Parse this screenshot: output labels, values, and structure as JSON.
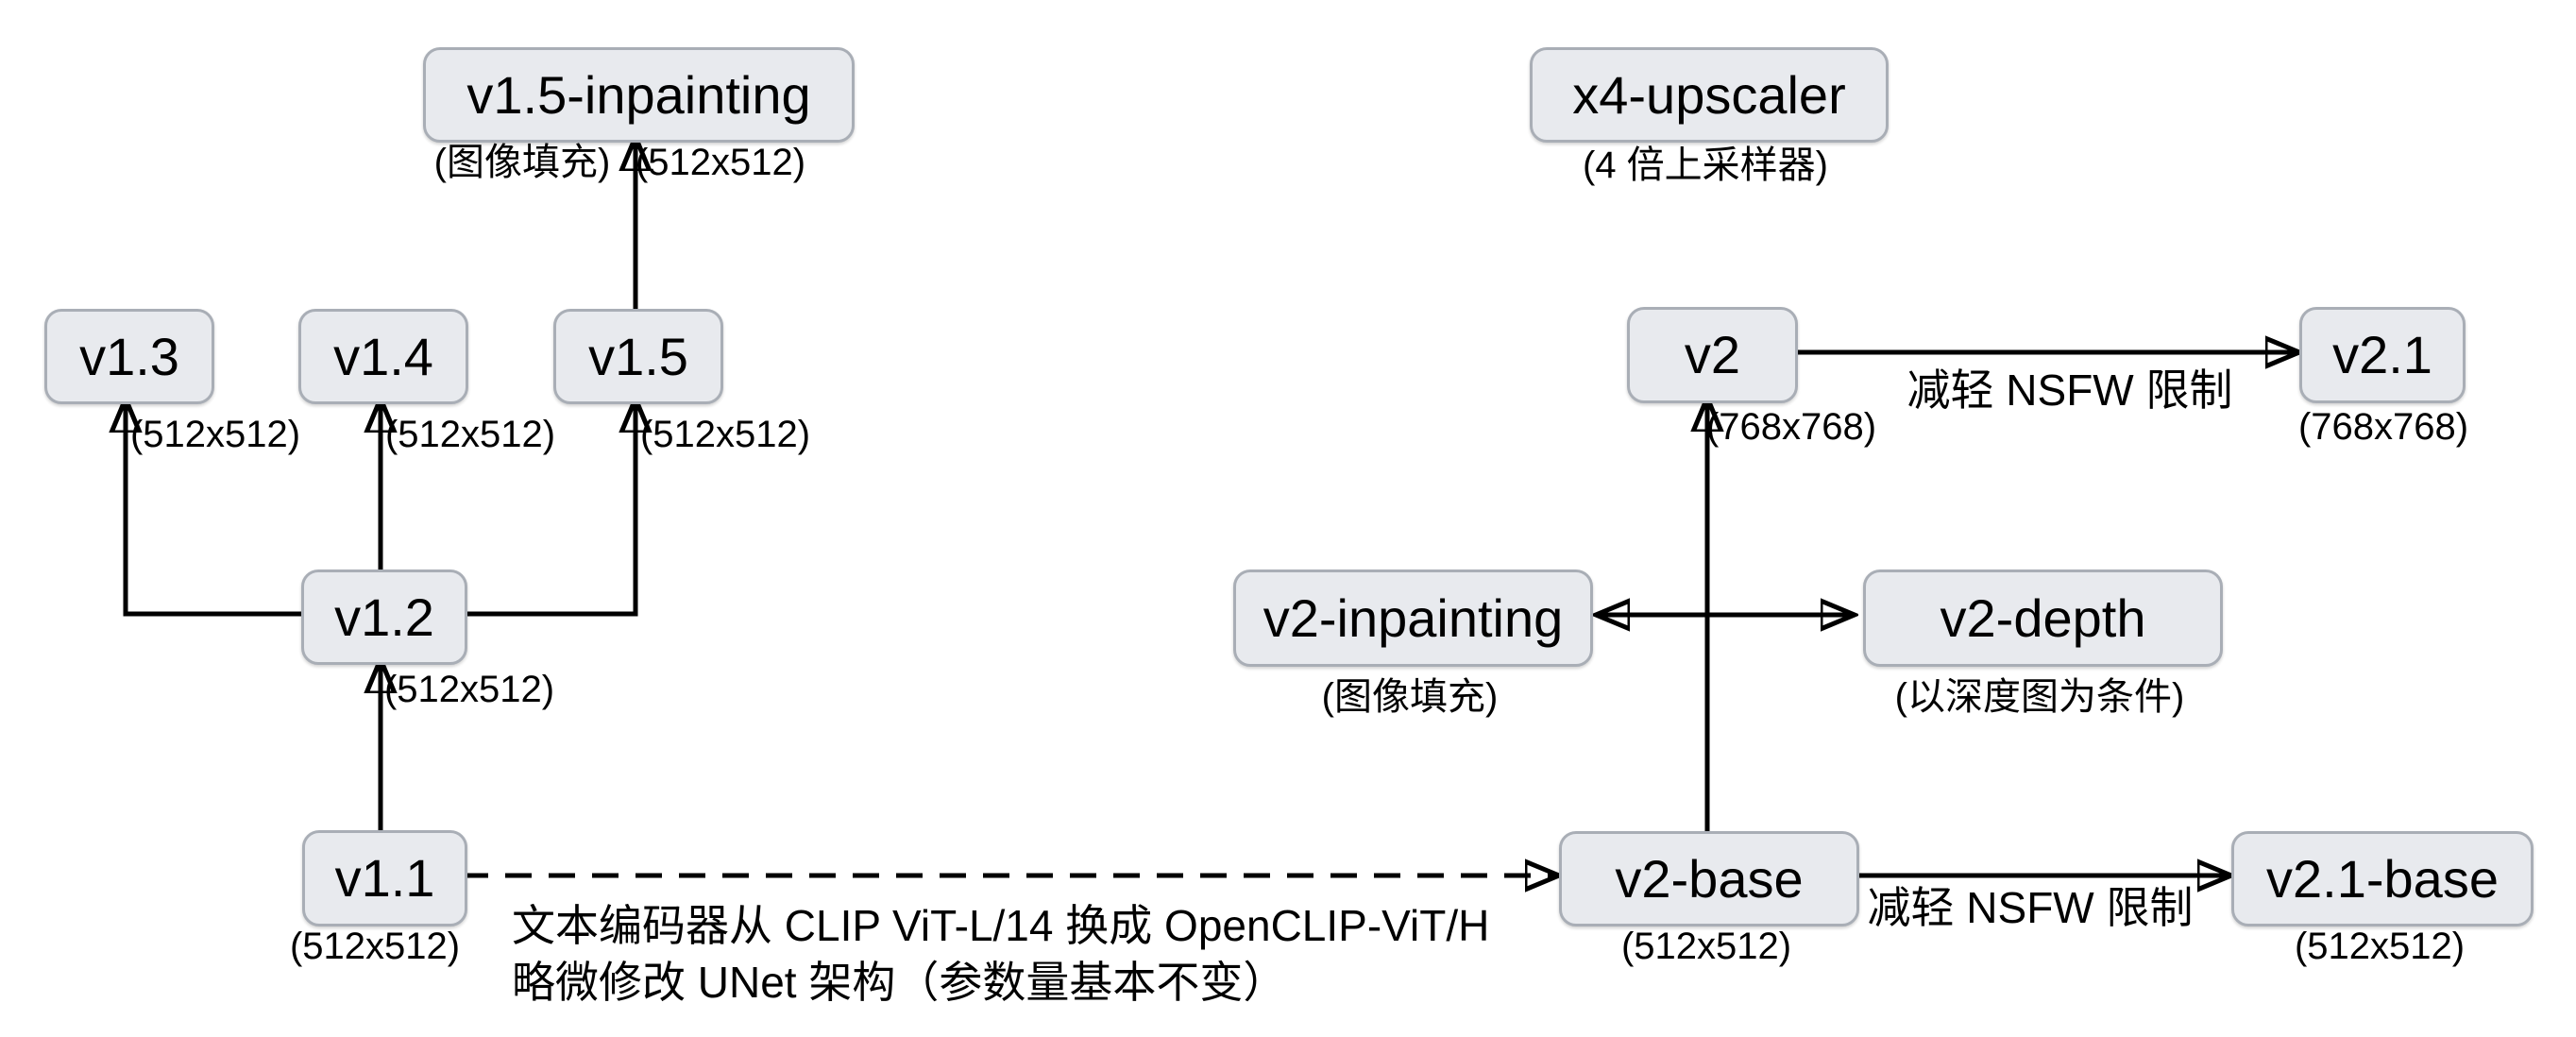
{
  "diagram": {
    "title": "Stable Diffusion version lineage",
    "colors": {
      "background": "#ffffff",
      "box_fill": "#e8eaee",
      "box_border": "#a9aeb6",
      "line": "#000000",
      "text": "#000000"
    },
    "nodes": {
      "v15_inpainting": {
        "label": "v1.5-inpainting",
        "caption": "(图像填充)",
        "size": "(512x512)"
      },
      "x4_upscaler": {
        "label": "x4-upscaler",
        "caption": "(4 倍上采样器)"
      },
      "v13": {
        "label": "v1.3",
        "size": "(512x512)"
      },
      "v14": {
        "label": "v1.4",
        "size": "(512x512)"
      },
      "v15": {
        "label": "v1.5",
        "size": "(512x512)"
      },
      "v2": {
        "label": "v2",
        "size": "(768x768)"
      },
      "v21": {
        "label": "v2.1",
        "size": "(768x768)"
      },
      "v12": {
        "label": "v1.2",
        "size": "(512x512)"
      },
      "v2_inpainting": {
        "label": "v2-inpainting",
        "caption": "(图像填充)"
      },
      "v2_depth": {
        "label": "v2-depth",
        "caption": "(以深度图为条件)"
      },
      "v11": {
        "label": "v1.1",
        "size": "(512x512)"
      },
      "v2_base": {
        "label": "v2-base",
        "size": "(512x512)"
      },
      "v21_base": {
        "label": "v2.1-base",
        "size": "(512x512)"
      }
    },
    "edge_labels": {
      "nsfw_top": "减轻 NSFW 限制",
      "nsfw_bottom": "减轻 NSFW 限制",
      "encoder_note_line1": "文本编码器从 CLIP ViT-L/14 换成 OpenCLIP-ViT/H",
      "encoder_note_line2": "略微修改 UNet 架构（参数量基本不变）"
    }
  }
}
